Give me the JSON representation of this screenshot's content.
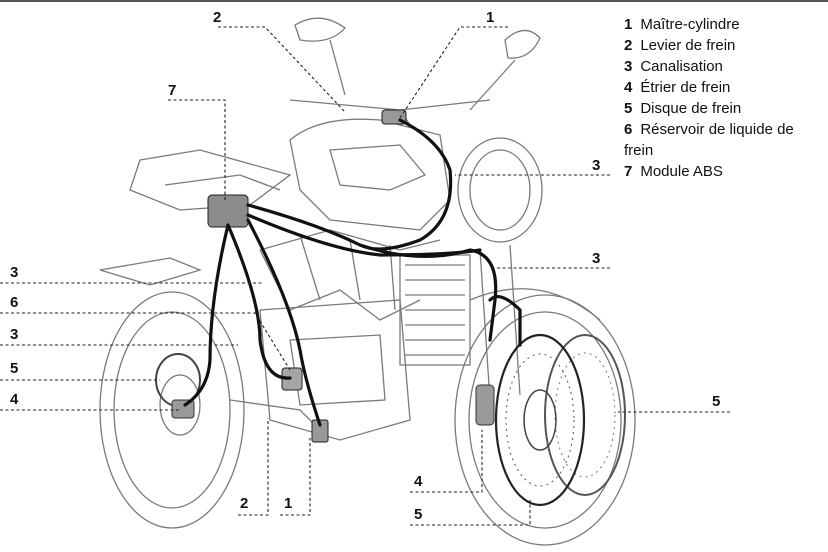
{
  "callouts": {
    "c1_top": "1",
    "c2_top": "2",
    "c7": "7",
    "c3_right_upper": "3",
    "c3_right_lower": "3",
    "c3_left_a": "3",
    "c6_left": "6",
    "c3_left_b": "3",
    "c5_left": "5",
    "c4_left": "4",
    "c2_bottom": "2",
    "c1_bottom": "1",
    "c4_bottom": "4",
    "c5_bottom": "5",
    "c5_right": "5"
  },
  "legend": [
    {
      "num": "1",
      "label": "Maître-cylindre"
    },
    {
      "num": "2",
      "label": "Levier de frein"
    },
    {
      "num": "3",
      "label": "Canalisation"
    },
    {
      "num": "4",
      "label": "Étrier de frein"
    },
    {
      "num": "5",
      "label": "Disque de frein"
    },
    {
      "num": "6",
      "label": "Réservoir de liquide de frein"
    },
    {
      "num": "7",
      "label": "Module ABS"
    }
  ],
  "colors": {
    "brake_line": "#111111",
    "line_art": "#7a7a7a",
    "disc": "#333333"
  }
}
